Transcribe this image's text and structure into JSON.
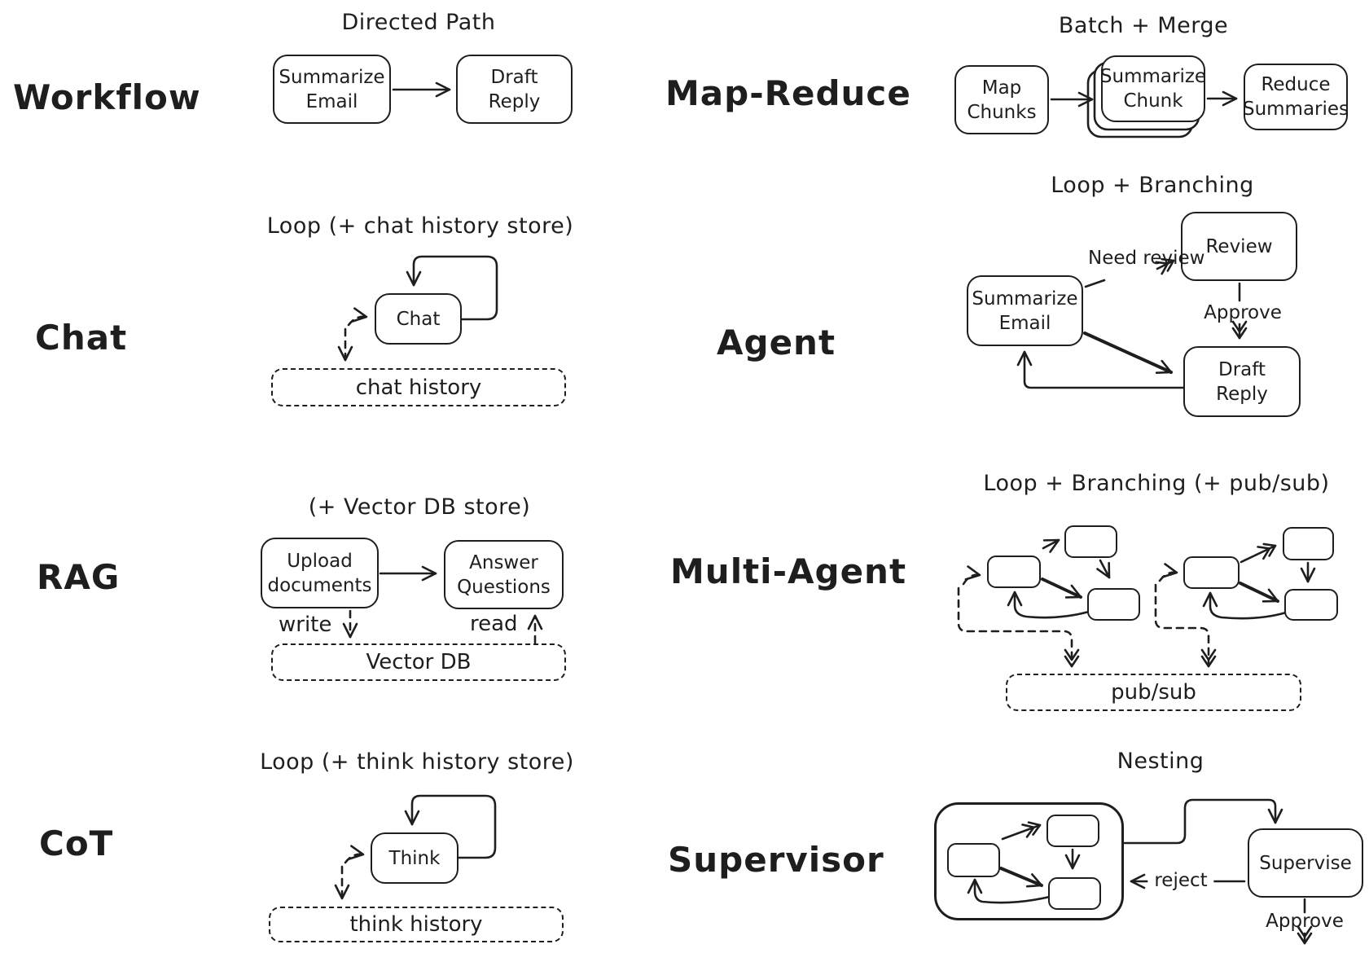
{
  "colors": {
    "ink": "#1e1e1e",
    "background": "#ffffff"
  },
  "sections": {
    "workflow": {
      "label": "Workflow",
      "title": "Directed Path",
      "node_summarize": "Summarize Email",
      "node_draft": "Draft Reply"
    },
    "map_reduce": {
      "label": "Map-Reduce",
      "title": "Batch + Merge",
      "node_map": "Map Chunks",
      "node_summarize": "Summarize Chunk",
      "node_reduce": "Reduce Summaries"
    },
    "chat": {
      "label": "Chat",
      "title": "Loop (+ chat history store)",
      "node_chat": "Chat",
      "store": "chat history"
    },
    "agent": {
      "label": "Agent",
      "title": "Loop + Branching",
      "node_summarize": "Summarize Email",
      "node_review": "Review",
      "node_draft": "Draft Reply",
      "edge_need_review": "Need review",
      "edge_approve": "Approve"
    },
    "rag": {
      "label": "RAG",
      "title": "(+ Vector DB store)",
      "node_upload": "Upload documents",
      "node_answer": "Answer Questions",
      "store": "Vector DB",
      "edge_write": "write",
      "edge_read": "read"
    },
    "multi_agent": {
      "label": "Multi-Agent",
      "title": "Loop + Branching (+ pub/sub)",
      "store": "pub/sub"
    },
    "cot": {
      "label": "CoT",
      "title": "Loop (+ think history store)",
      "node_think": "Think",
      "store": "think history"
    },
    "supervisor": {
      "label": "Supervisor",
      "title": "Nesting",
      "node_supervise": "Supervise",
      "edge_reject": "reject",
      "edge_approve": "Approve"
    }
  }
}
